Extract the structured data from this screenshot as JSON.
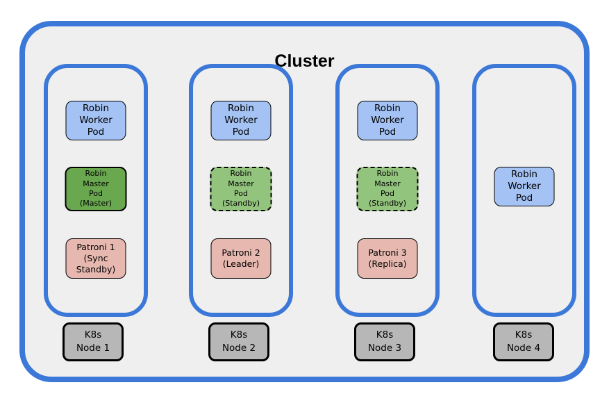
{
  "title": "Cluster",
  "colors": {
    "cluster_border": "#3c78d8",
    "cluster_background": "#efefef",
    "worker_pod_fill": "#a4c2f4",
    "master_pod_fill": "#6aa84f",
    "standby_pod_fill": "#93c47d",
    "patroni_pod_fill": "#e6b8af",
    "k8s_node_fill": "#b7b7b7",
    "outline": "#000000"
  },
  "nodes": [
    {
      "name": "K8s\nNode 1",
      "pods": {
        "worker": "Robin\nWorker\nPod",
        "master": "Robin\nMaster\nPod\n(Master)",
        "master_state": "master",
        "patroni": "Patroni 1\n(Sync\nStandby)"
      }
    },
    {
      "name": "K8s\nNode 2",
      "pods": {
        "worker": "Robin\nWorker\nPod",
        "master": "Robin\nMaster\nPod\n(Standby)",
        "master_state": "standby",
        "patroni": "Patroni 2\n(Leader)"
      }
    },
    {
      "name": "K8s\nNode 3",
      "pods": {
        "worker": "Robin\nWorker\nPod",
        "master": "Robin\nMaster\nPod\n(Standby)",
        "master_state": "standby",
        "patroni": "Patroni 3\n(Replica)"
      }
    },
    {
      "name": "K8s\nNode 4",
      "pods": {
        "worker": "Robin\nWorker\nPod"
      }
    }
  ]
}
